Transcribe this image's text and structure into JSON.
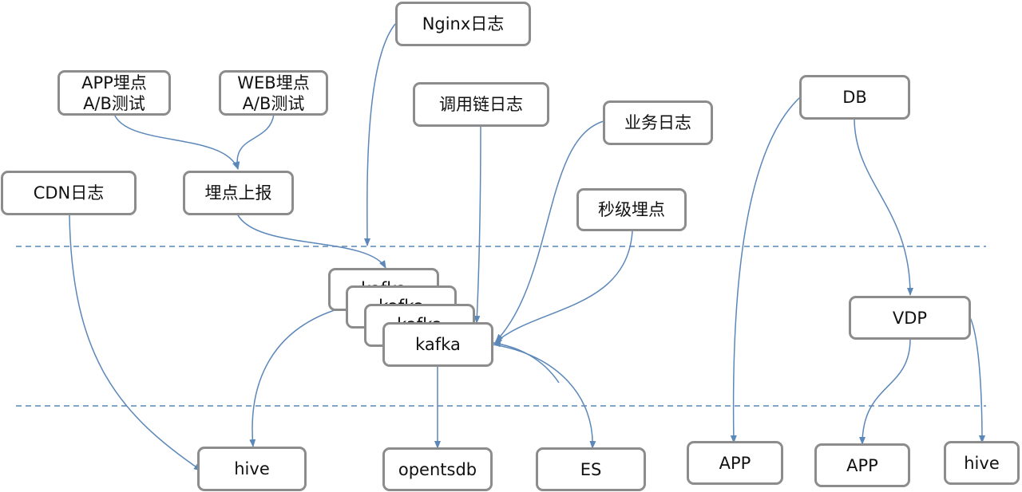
{
  "colors": {
    "arrow": "#5b87b9",
    "box_border": "#8c8c8c",
    "separator": "#5b87b9"
  },
  "nodes": {
    "nginx_log": "Nginx日志",
    "app_tracking": "APP埋点\nA/B测试",
    "web_tracking": "WEB埋点\nA/B测试",
    "call_chain_log": "调用链日志",
    "business_log": "业务日志",
    "db": "DB",
    "cdn_log": "CDN日志",
    "tracking_report": "埋点上报",
    "second_tracking": "秒级埋点",
    "kafka_1": "kafka",
    "kafka_2": "kafka",
    "kafka_3": "kafka",
    "kafka_4": "kafka",
    "vdp": "VDP",
    "hive_left": "hive",
    "opentsdb": "opentsdb",
    "es": "ES",
    "app_1": "APP",
    "app_2": "APP",
    "hive_right": "hive"
  }
}
